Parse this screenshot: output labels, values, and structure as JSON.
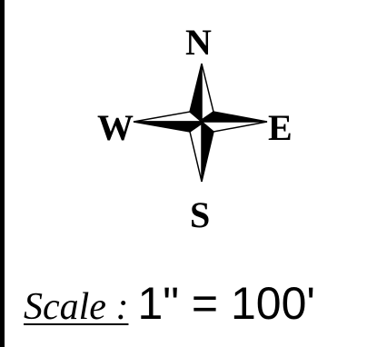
{
  "compass": {
    "north": "N",
    "south": "S",
    "west": "W",
    "east": "E"
  },
  "scale": {
    "label": "Scale :",
    "value": "1\" = 100'"
  },
  "colors": {
    "ink": "#000000",
    "paper": "#ffffff"
  },
  "icons": {
    "compass_rose": "four-point-star-compass-icon"
  }
}
